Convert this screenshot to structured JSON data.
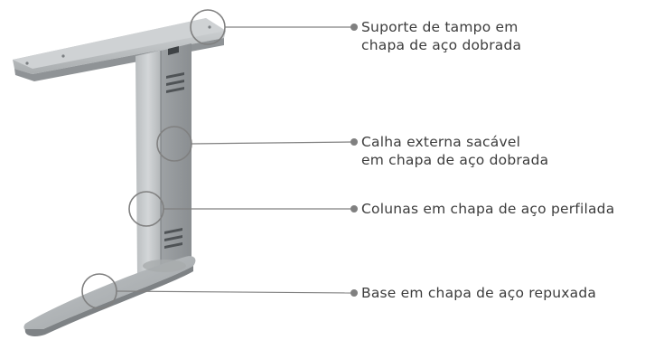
{
  "colors": {
    "metal_light": "#c9ccce",
    "metal_mid": "#aeb2b4",
    "metal_dark": "#8d9194",
    "metal_shadow": "#6f7376",
    "callout_line": "#808080",
    "label_text": "#3c3c3c"
  },
  "callouts": [
    {
      "lines": [
        "Suporte de tampo em",
        "chapa de aço dobrada"
      ]
    },
    {
      "lines": [
        "Calha externa sacável",
        "em chapa de aço dobrada"
      ]
    },
    {
      "lines": [
        "Colunas em chapa de aço perfilada"
      ]
    },
    {
      "lines": [
        "Base em chapa de aço repuxada"
      ]
    }
  ]
}
